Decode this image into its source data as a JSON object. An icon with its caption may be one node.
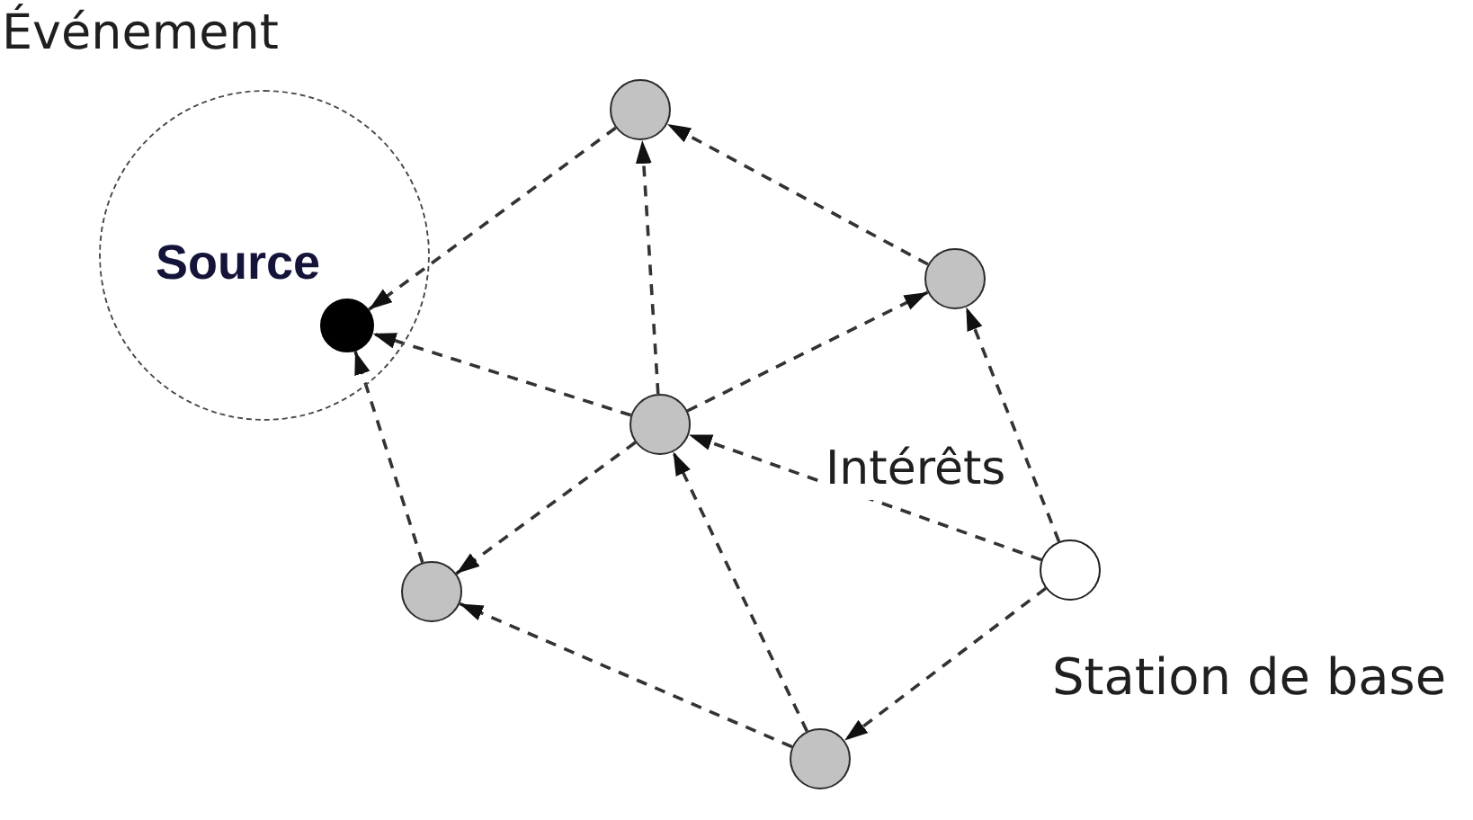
{
  "diagram": {
    "nodes": [
      {
        "text": [],
        "shape": "circle",
        "beside": [
          "Événement"
        ]
      },
      {
        "text": [],
        "shape": "circle",
        "in": 0,
        "beside": [
          "Source"
        ]
      },
      {
        "text": [],
        "shape": "circle"
      },
      {
        "text": [],
        "shape": "circle"
      },
      {
        "text": [],
        "shape": "circle"
      },
      {
        "text": [],
        "shape": "circle",
        "beside": [
          "Station de base"
        ]
      },
      {
        "text": [],
        "shape": "circle"
      },
      {
        "text": [],
        "shape": "circle"
      }
    ],
    "edges": [
      {
        "from": 2,
        "to": 1,
        "arrow": "to",
        "style": "dashed"
      },
      {
        "from": 4,
        "to": 1,
        "arrow": "to",
        "style": "dashed"
      },
      {
        "from": 6,
        "to": 1,
        "arrow": "to",
        "style": "dashed"
      },
      {
        "from": 4,
        "to": 2,
        "arrow": "to",
        "style": "dashed"
      },
      {
        "from": 3,
        "to": 2,
        "arrow": "to",
        "style": "dashed"
      },
      {
        "from": 4,
        "to": 3,
        "arrow": "to",
        "style": "dashed"
      },
      {
        "from": 5,
        "to": 3,
        "arrow": "to",
        "style": "dashed"
      },
      {
        "from": 5,
        "to": 4,
        "arrow": "to",
        "style": "dashed",
        "label": "Intérêts"
      },
      {
        "from": 7,
        "to": 4,
        "arrow": "to",
        "style": "dashed"
      },
      {
        "from": 4,
        "to": 6,
        "arrow": "to",
        "style": "dashed"
      },
      {
        "from": 7,
        "to": 6,
        "arrow": "to",
        "style": "dashed"
      },
      {
        "from": 5,
        "to": 7,
        "arrow": "to",
        "style": "dashed"
      }
    ]
  }
}
